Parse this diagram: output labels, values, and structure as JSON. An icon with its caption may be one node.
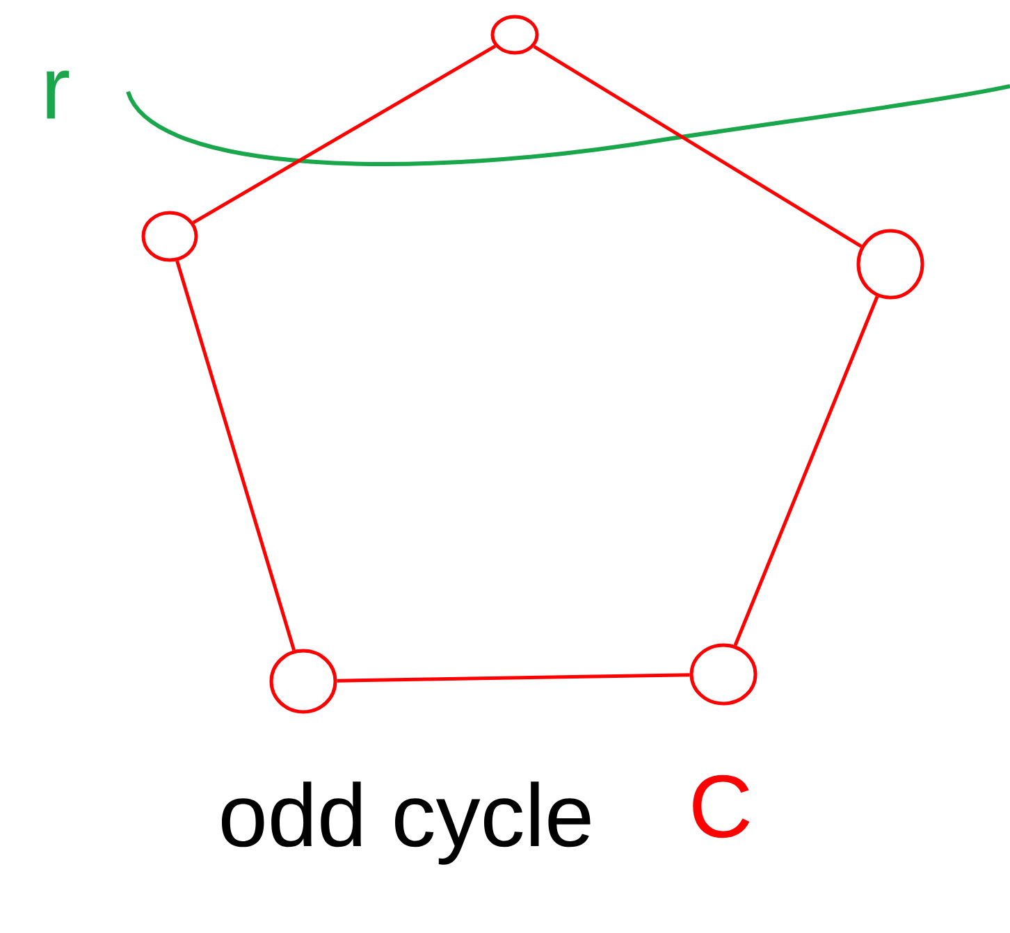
{
  "diagram": {
    "nodes": [
      {
        "text": [],
        "shape": "circle"
      },
      {
        "text": [],
        "shape": "circle"
      },
      {
        "text": [],
        "shape": "circle"
      },
      {
        "text": [],
        "shape": "circle"
      },
      {
        "text": [],
        "shape": "circle"
      }
    ],
    "edges": [
      {
        "from": 0,
        "to": 2,
        "arrow": "none"
      },
      {
        "from": 2,
        "to": 4,
        "arrow": "none"
      },
      {
        "from": 4,
        "to": 3,
        "arrow": "none"
      },
      {
        "from": 3,
        "to": 1,
        "arrow": "none"
      },
      {
        "from": 1,
        "to": 0,
        "arrow": "none"
      }
    ],
    "labels": [
      "r",
      "odd cycle",
      "C"
    ]
  }
}
